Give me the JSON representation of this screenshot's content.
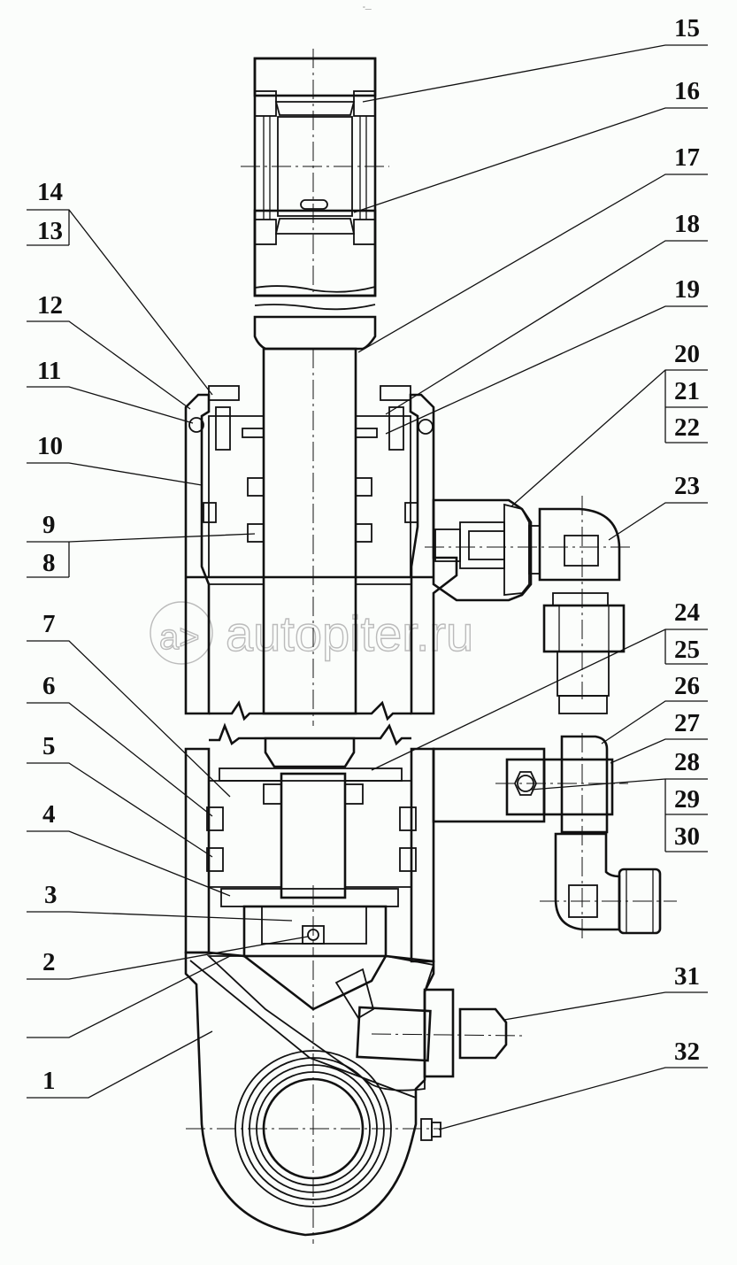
{
  "diagram": {
    "type": "technical-drawing",
    "subject": "hydraulic cylinder sectional view",
    "line_color": "#111111",
    "background": "#fbfdfb",
    "watermark": {
      "text": "autopiter.ru",
      "logo": "a>",
      "color": "#bbbbbb"
    },
    "top_mark": "°—",
    "callouts_left": [
      {
        "id": "14",
        "boxed": false
      },
      {
        "id": "13",
        "boxed": true
      },
      {
        "id": "12",
        "boxed": false
      },
      {
        "id": "11",
        "boxed": false
      },
      {
        "id": "10",
        "boxed": false
      },
      {
        "id": "9",
        "boxed": false
      },
      {
        "id": "8",
        "boxed": true
      },
      {
        "id": "7",
        "boxed": false
      },
      {
        "id": "6",
        "boxed": false
      },
      {
        "id": "5",
        "boxed": false
      },
      {
        "id": "4",
        "boxed": false
      },
      {
        "id": "3",
        "boxed": false
      },
      {
        "id": "2",
        "boxed": false
      },
      {
        "id": "1",
        "boxed": false
      }
    ],
    "callouts_right": [
      {
        "id": "15",
        "boxed": false
      },
      {
        "id": "16",
        "boxed": false
      },
      {
        "id": "17",
        "boxed": false
      },
      {
        "id": "18",
        "boxed": false
      },
      {
        "id": "19",
        "boxed": false
      },
      {
        "id": "20",
        "boxed": false
      },
      {
        "id": "21",
        "boxed": true
      },
      {
        "id": "22",
        "boxed": true
      },
      {
        "id": "23",
        "boxed": false
      },
      {
        "id": "24",
        "boxed": false
      },
      {
        "id": "25",
        "boxed": true
      },
      {
        "id": "26",
        "boxed": false
      },
      {
        "id": "27",
        "boxed": false
      },
      {
        "id": "28",
        "boxed": false
      },
      {
        "id": "29",
        "boxed": true
      },
      {
        "id": "30",
        "boxed": true
      },
      {
        "id": "31",
        "boxed": false
      },
      {
        "id": "32",
        "boxed": false
      }
    ]
  }
}
